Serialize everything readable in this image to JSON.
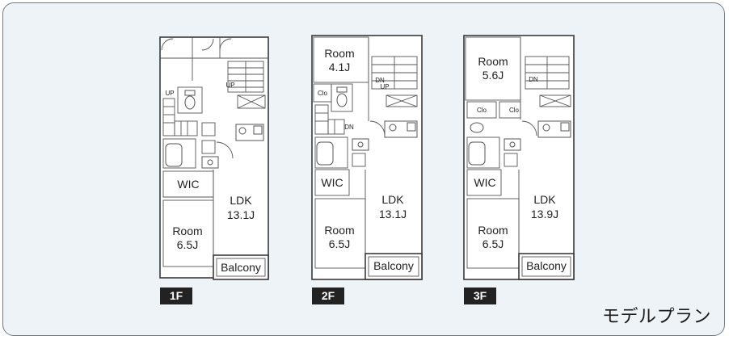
{
  "caption": "モデルプラン",
  "floors": [
    {
      "tag": "1F",
      "rooms": {
        "wic": "WIC",
        "ldk_name": "LDK",
        "ldk_size": "13.1J",
        "room_name": "Room",
        "room_size": "6.5J",
        "balcony": "Balcony",
        "up1": "UP",
        "up2": "UP"
      }
    },
    {
      "tag": "2F",
      "rooms": {
        "top_name": "Room",
        "top_size": "4.1J",
        "clo": "Clo",
        "wic": "WIC",
        "ldk_name": "LDK",
        "ldk_size": "13.1J",
        "room_name": "Room",
        "room_size": "6.5J",
        "balcony": "Balcony",
        "dn1": "DN",
        "up": "UP",
        "dn2": "DN"
      }
    },
    {
      "tag": "3F",
      "rooms": {
        "top_name": "Room",
        "top_size": "5.6J",
        "clo1": "Clo",
        "clo2": "Clo",
        "wic": "WIC",
        "ldk_name": "LDK",
        "ldk_size": "13.9J",
        "room_name": "Room",
        "room_size": "6.5J",
        "balcony": "Balcony",
        "dn": "DN"
      }
    }
  ]
}
